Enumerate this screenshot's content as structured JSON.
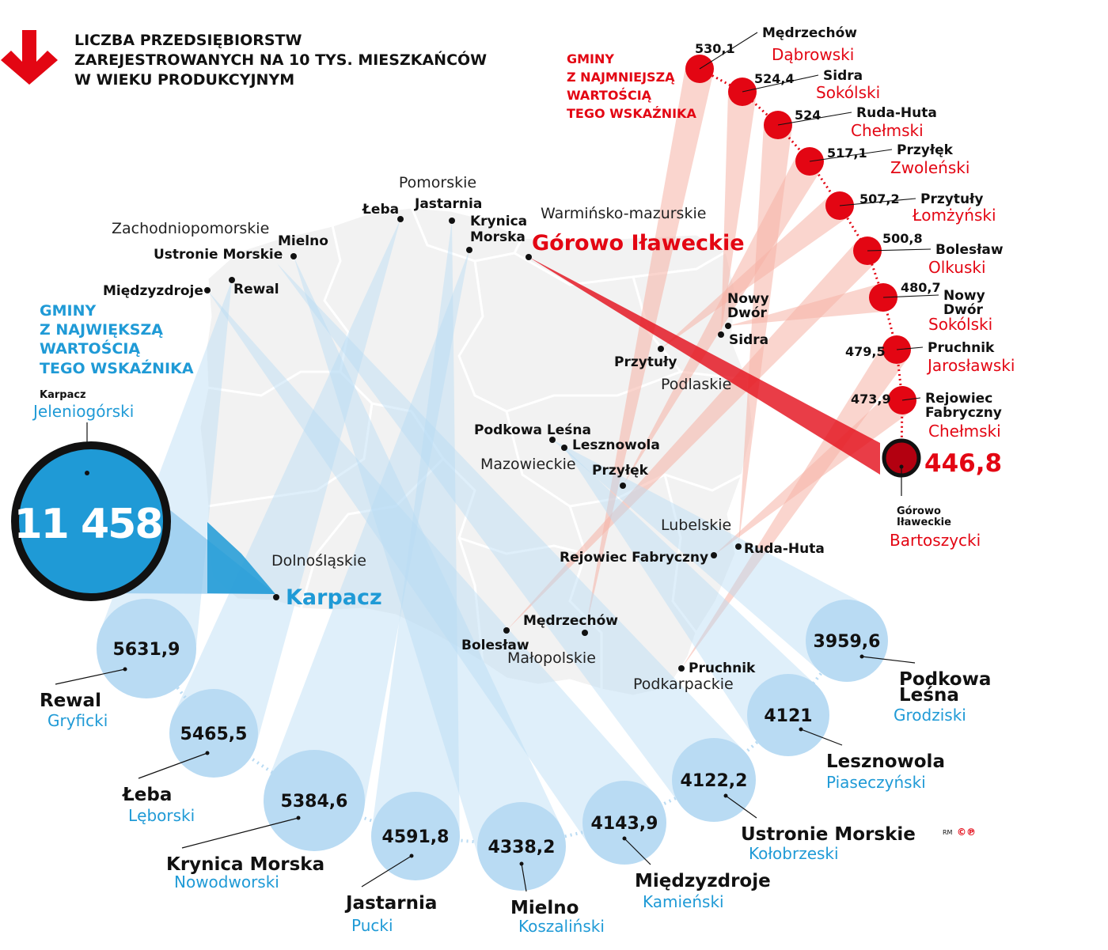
{
  "header": {
    "title_lines": [
      "LICZBA PRZEDSIĘBIORSTW",
      "ZAREJESTROWANYCH NA 10 TYS. MIESZKAŃCÓW",
      "W WIEKU PRODUKCYJNYM"
    ]
  },
  "colors": {
    "blue": "#1f9ad6",
    "light_blue": "#b9dbf3",
    "red": "#e30613",
    "map_fill": "#f2f2f2",
    "map_border": "#ffffff",
    "dark": "#111111"
  },
  "legend": {
    "max_label_lines": [
      "GMINY",
      "Z NAJWIĘKSZĄ",
      "WARTOŚCIĄ",
      "TEGO WSKAŹNIKA"
    ],
    "min_label_lines": [
      "GMINY",
      "Z NAJMNIEJSZĄ",
      "WARTOŚCIĄ",
      "TEGO WSKAŹNIKA"
    ]
  },
  "regions": [
    {
      "id": "pomorskie",
      "name": "Pomorskie"
    },
    {
      "id": "zachodniopomorskie",
      "name": "Zachodniopomorskie"
    },
    {
      "id": "warminsko",
      "name": "Warmińsko-mazurskie"
    },
    {
      "id": "podlaskie",
      "name": "Podlaskie"
    },
    {
      "id": "mazowieckie",
      "name": "Mazowieckie"
    },
    {
      "id": "lubelskie",
      "name": "Lubelskie"
    },
    {
      "id": "dolnoslaskie",
      "name": "Dolnośląskie"
    },
    {
      "id": "malopolskie",
      "name": "Małopolskie"
    },
    {
      "id": "podkarpackie",
      "name": "Podkarpackie"
    }
  ],
  "map_markers": [
    {
      "id": "m-leba",
      "name": "Łeba"
    },
    {
      "id": "m-jastarnia",
      "name": "Jastarnia"
    },
    {
      "id": "m-krynica1",
      "name": "Krynica"
    },
    {
      "id": "m-krynica2",
      "name": "Morska"
    },
    {
      "id": "m-mielno",
      "name": "Mielno"
    },
    {
      "id": "m-ustronie",
      "name": "Ustronie Morskie"
    },
    {
      "id": "m-miedzyzdroje",
      "name": "Międzyzdroje"
    },
    {
      "id": "m-rewal",
      "name": "Rewal"
    },
    {
      "id": "m-nowydwor1",
      "name": "Nowy"
    },
    {
      "id": "m-nowydwor2",
      "name": "Dwór"
    },
    {
      "id": "m-sidra",
      "name": "Sidra"
    },
    {
      "id": "m-przytuly",
      "name": "Przytuły"
    },
    {
      "id": "m-podkowa",
      "name": "Podkowa Leśna"
    },
    {
      "id": "m-lesznowola",
      "name": "Lesznowola"
    },
    {
      "id": "m-przylek",
      "name": "Przyłęk"
    },
    {
      "id": "m-rejowiec",
      "name": "Rejowiec Fabryczny"
    },
    {
      "id": "m-rudahuta",
      "name": "Ruda-Huta"
    },
    {
      "id": "m-medrzechow",
      "name": "Mędrzechów"
    },
    {
      "id": "m-boleslaw",
      "name": "Bolesław"
    },
    {
      "id": "m-pruchnik",
      "name": "Pruchnik"
    }
  ],
  "highlight_max": {
    "name": "Karpacz",
    "powiat": "Jeleniogórski",
    "small_label": "Karpacz",
    "value": 11458,
    "value_label": "11 458"
  },
  "highlight_min": {
    "name": "Górowo Iławeckie",
    "powiat": "Bartoszycki",
    "small_label_lines": [
      "Górowo",
      "Iławeckie"
    ],
    "value": 446.8,
    "value_label": "446,8"
  },
  "top_gminy": [
    {
      "name_lines": [
        "Rewal"
      ],
      "powiat": "Gryficki",
      "value": 5631.9,
      "value_label": "5631,9"
    },
    {
      "name_lines": [
        "Łeba"
      ],
      "powiat": "Lęborski",
      "value": 5465.5,
      "value_label": "5465,5"
    },
    {
      "name_lines": [
        "Krynica Morska"
      ],
      "powiat": "Nowodworski",
      "value": 5384.6,
      "value_label": "5384,6"
    },
    {
      "name_lines": [
        "Jastarnia"
      ],
      "powiat": "Pucki",
      "value": 4591.8,
      "value_label": "4591,8"
    },
    {
      "name_lines": [
        "Mielno"
      ],
      "powiat": "Koszaliński",
      "value": 4338.2,
      "value_label": "4338,2"
    },
    {
      "name_lines": [
        "Międzyzdroje"
      ],
      "powiat": "Kamieński",
      "value": 4143.9,
      "value_label": "4143,9"
    },
    {
      "name_lines": [
        "Ustronie Morskie"
      ],
      "powiat": "Kołobrzeski",
      "value": 4122.2,
      "value_label": "4122,2"
    },
    {
      "name_lines": [
        "Lesznowola"
      ],
      "powiat": "Piaseczyński",
      "value": 4121,
      "value_label": "4121"
    },
    {
      "name_lines": [
        "Podkowa",
        "Leśna"
      ],
      "powiat": "Grodziski",
      "value": 3959.6,
      "value_label": "3959,6"
    }
  ],
  "bottom_gminy": [
    {
      "name_lines": [
        "Mędrzechów"
      ],
      "powiat": "Dąbrowski",
      "value": 530.1,
      "value_label": "530,1"
    },
    {
      "name_lines": [
        "Sidra"
      ],
      "powiat": "Sokólski",
      "value": 524.4,
      "value_label": "524,4"
    },
    {
      "name_lines": [
        "Ruda-Huta"
      ],
      "powiat": "Chełmski",
      "value": 524,
      "value_label": "524"
    },
    {
      "name_lines": [
        "Przyłęk"
      ],
      "powiat": "Zwoleński",
      "value": 517.1,
      "value_label": "517,1"
    },
    {
      "name_lines": [
        "Przytuły"
      ],
      "powiat": "Łomżyński",
      "value": 507.2,
      "value_label": "507,2"
    },
    {
      "name_lines": [
        "Bolesław"
      ],
      "powiat": "Olkuski",
      "value": 500.8,
      "value_label": "500,8"
    },
    {
      "name_lines": [
        "Nowy",
        "Dwór"
      ],
      "powiat": "Sokólski",
      "value": 480.7,
      "value_label": "480,7"
    },
    {
      "name_lines": [
        "Pruchnik"
      ],
      "powiat": "Jarosławski",
      "value": 479.5,
      "value_label": "479,5"
    },
    {
      "name_lines": [
        "Rejowiec",
        "Fabryczny"
      ],
      "powiat": "Chełmski",
      "value": 473.9,
      "value_label": "473,9"
    }
  ],
  "credit": {
    "initials": "RM",
    "mark": "©℗"
  }
}
